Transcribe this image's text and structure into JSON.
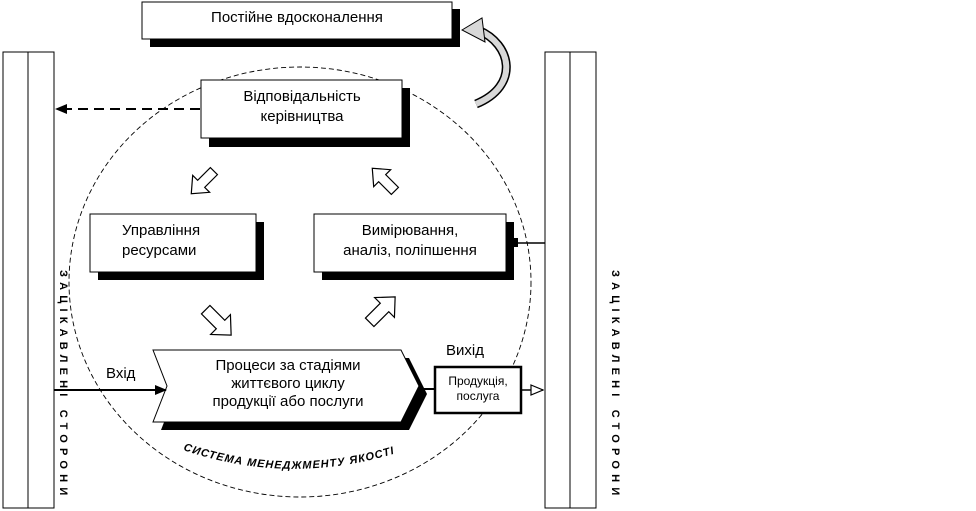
{
  "diagram": {
    "top_box": "Постійне вдосконалення",
    "management": [
      "Відповідальність",
      "керівництва"
    ],
    "resources": [
      "Управління",
      "ресурсами"
    ],
    "measurement": [
      "Вимірювання,",
      "аналіз, поліпшення"
    ],
    "processes": [
      "Процеси за стадіями",
      "життєвого циклу",
      "продукції або послуги"
    ],
    "input_label": "Вхід",
    "output_label": "Вихід",
    "product": [
      "Продукція,",
      "послуга"
    ],
    "qms_label": "СИСТЕМА МЕНЕДЖМЕНТУ ЯКОСТІ",
    "left_vertical": "ЗАЦІКАВЛЕНІ СТОРОНИ",
    "right_vertical": "ЗАЦІКАВЛЕНІ СТОРОНИ"
  }
}
